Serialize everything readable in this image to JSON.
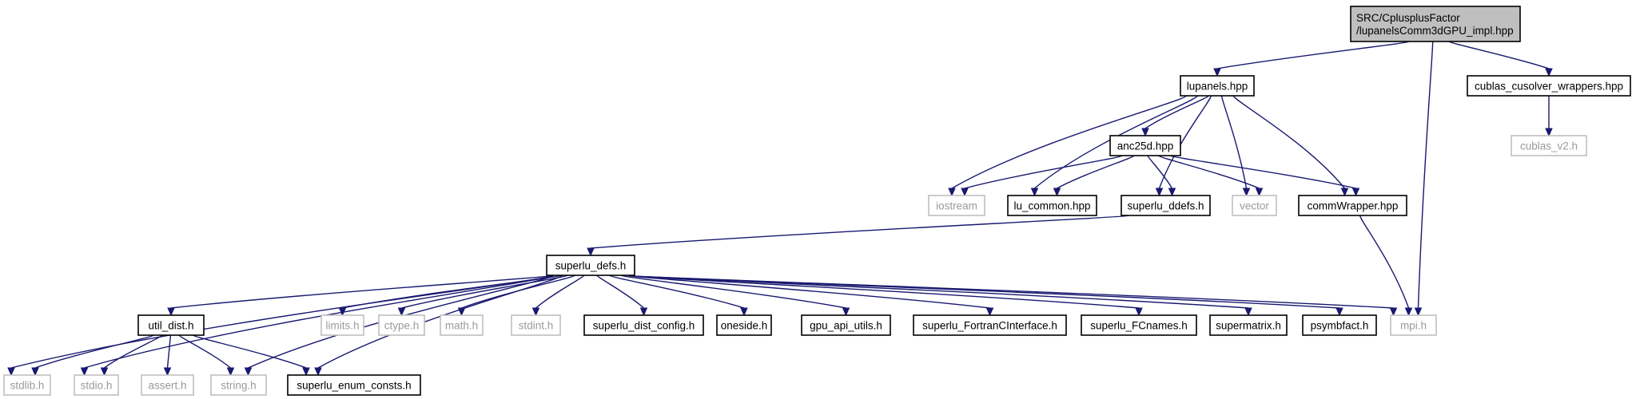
{
  "colors": {
    "edge": "#191970",
    "root_fill": "#bfbfbf",
    "external_text": "#9a9a9a",
    "external_border": "#bfbfbf"
  },
  "nodes": [
    {
      "id": "root",
      "lines": [
        "SRC/CplusplusFactor",
        "/lupanelsComm3dGPU_impl.hpp"
      ],
      "kind": "root"
    },
    {
      "id": "lupanels",
      "lines": [
        "lupanels.hpp"
      ],
      "kind": "local"
    },
    {
      "id": "cublas_wrap",
      "lines": [
        "cublas_cusolver_wrappers.hpp"
      ],
      "kind": "local"
    },
    {
      "id": "cublas_v2",
      "lines": [
        "cublas_v2.h"
      ],
      "kind": "external"
    },
    {
      "id": "anc25d",
      "lines": [
        "anc25d.hpp"
      ],
      "kind": "local"
    },
    {
      "id": "iostream",
      "lines": [
        "iostream"
      ],
      "kind": "external"
    },
    {
      "id": "lu_common",
      "lines": [
        "lu_common.hpp"
      ],
      "kind": "local"
    },
    {
      "id": "superlu_ddefs",
      "lines": [
        "superlu_ddefs.h"
      ],
      "kind": "local"
    },
    {
      "id": "vector",
      "lines": [
        "vector"
      ],
      "kind": "external"
    },
    {
      "id": "commWrapper",
      "lines": [
        "commWrapper.hpp"
      ],
      "kind": "local"
    },
    {
      "id": "superlu_defs",
      "lines": [
        "superlu_defs.h"
      ],
      "kind": "local"
    },
    {
      "id": "util_dist",
      "lines": [
        "util_dist.h"
      ],
      "kind": "local"
    },
    {
      "id": "limits",
      "lines": [
        "limits.h"
      ],
      "kind": "external"
    },
    {
      "id": "ctype",
      "lines": [
        "ctype.h"
      ],
      "kind": "external"
    },
    {
      "id": "math",
      "lines": [
        "math.h"
      ],
      "kind": "external"
    },
    {
      "id": "stdint",
      "lines": [
        "stdint.h"
      ],
      "kind": "external"
    },
    {
      "id": "sl_dist_config",
      "lines": [
        "superlu_dist_config.h"
      ],
      "kind": "local"
    },
    {
      "id": "oneside",
      "lines": [
        "oneside.h"
      ],
      "kind": "local"
    },
    {
      "id": "gpu_api",
      "lines": [
        "gpu_api_utils.h"
      ],
      "kind": "local"
    },
    {
      "id": "fortran_iface",
      "lines": [
        "superlu_FortranCInterface.h"
      ],
      "kind": "local"
    },
    {
      "id": "fcnames",
      "lines": [
        "superlu_FCnames.h"
      ],
      "kind": "local"
    },
    {
      "id": "supermatrix",
      "lines": [
        "supermatrix.h"
      ],
      "kind": "local"
    },
    {
      "id": "psymbfact",
      "lines": [
        "psymbfact.h"
      ],
      "kind": "local"
    },
    {
      "id": "mpi",
      "lines": [
        "mpi.h"
      ],
      "kind": "external"
    },
    {
      "id": "stdlib",
      "lines": [
        "stdlib.h"
      ],
      "kind": "external"
    },
    {
      "id": "stdio",
      "lines": [
        "stdio.h"
      ],
      "kind": "external"
    },
    {
      "id": "assert",
      "lines": [
        "assert.h"
      ],
      "kind": "external"
    },
    {
      "id": "string",
      "lines": [
        "string.h"
      ],
      "kind": "external"
    },
    {
      "id": "enum_consts",
      "lines": [
        "superlu_enum_consts.h"
      ],
      "kind": "local"
    }
  ],
  "edges": [
    [
      "root",
      "lupanels"
    ],
    [
      "root",
      "mpi"
    ],
    [
      "root",
      "cublas_wrap"
    ],
    [
      "cublas_wrap",
      "cublas_v2"
    ],
    [
      "lupanels",
      "anc25d"
    ],
    [
      "lupanels",
      "iostream"
    ],
    [
      "lupanels",
      "lu_common"
    ],
    [
      "lupanels",
      "superlu_ddefs"
    ],
    [
      "lupanels",
      "vector"
    ],
    [
      "lupanels",
      "commWrapper"
    ],
    [
      "anc25d",
      "iostream"
    ],
    [
      "anc25d",
      "lu_common"
    ],
    [
      "anc25d",
      "superlu_ddefs"
    ],
    [
      "anc25d",
      "vector"
    ],
    [
      "anc25d",
      "commWrapper"
    ],
    [
      "commWrapper",
      "mpi"
    ],
    [
      "superlu_ddefs",
      "superlu_defs"
    ],
    [
      "superlu_defs",
      "stdlib"
    ],
    [
      "superlu_defs",
      "stdio"
    ],
    [
      "superlu_defs",
      "util_dist"
    ],
    [
      "superlu_defs",
      "string"
    ],
    [
      "superlu_defs",
      "enum_consts"
    ],
    [
      "superlu_defs",
      "limits"
    ],
    [
      "superlu_defs",
      "ctype"
    ],
    [
      "superlu_defs",
      "math"
    ],
    [
      "superlu_defs",
      "stdint"
    ],
    [
      "superlu_defs",
      "sl_dist_config"
    ],
    [
      "superlu_defs",
      "oneside"
    ],
    [
      "superlu_defs",
      "gpu_api"
    ],
    [
      "superlu_defs",
      "fortran_iface"
    ],
    [
      "superlu_defs",
      "fcnames"
    ],
    [
      "superlu_defs",
      "supermatrix"
    ],
    [
      "superlu_defs",
      "psymbfact"
    ],
    [
      "superlu_defs",
      "mpi"
    ],
    [
      "util_dist",
      "stdlib"
    ],
    [
      "util_dist",
      "stdio"
    ],
    [
      "util_dist",
      "assert"
    ],
    [
      "util_dist",
      "string"
    ],
    [
      "util_dist",
      "enum_consts"
    ]
  ]
}
